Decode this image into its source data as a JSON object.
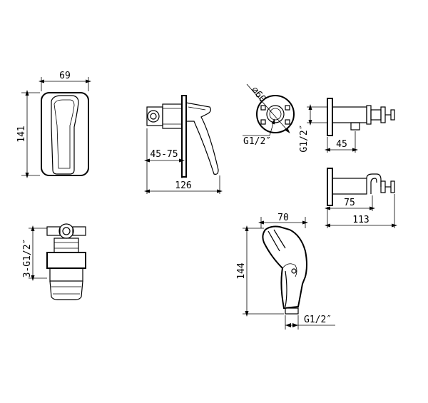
{
  "dimensions": {
    "wall_plate_width": "69",
    "wall_plate_height": "141",
    "mixer_depth_range": "45-75",
    "mixer_total_depth": "126",
    "outlet_diameter": "⌀60",
    "outlet_thread": "G1/2″",
    "outlet_thread_side": "G1/2″",
    "outlet_depth": "45",
    "holder_depth": "75",
    "holder_total": "113",
    "body_threads": "3-G1/2″",
    "handshower_width": "70",
    "handshower_height": "144",
    "handshower_thread": "G1/2″"
  }
}
